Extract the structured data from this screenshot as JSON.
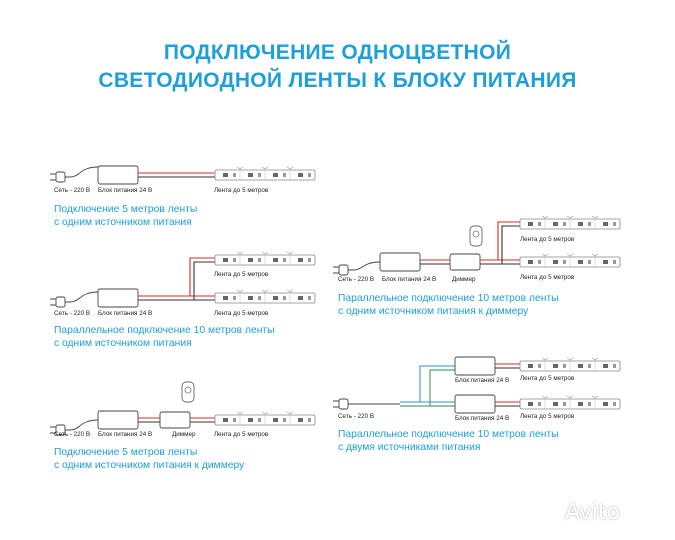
{
  "title": {
    "line1": "ПОДКЛЮЧЕНИЕ ОДНОЦВЕТНОЙ",
    "line2": "СВЕТОДИОДНОЙ ЛЕНТЫ К БЛОКУ ПИТАНИЯ"
  },
  "labels": {
    "mains": "Сеть - 220 В",
    "psu": "Блок питания 24 В",
    "strip": "Лента до 5 метров",
    "dimmer": "Диммер"
  },
  "diagrams": [
    {
      "caption_line1": "Подключение 5 метров ленты",
      "caption_line2": "с одним источником питания"
    },
    {
      "caption_line1": "Параллельное подключение 10 метров ленты",
      "caption_line2": "с одним источником питания"
    },
    {
      "caption_line1": "Подключение 5 метров ленты",
      "caption_line2": "с одним источником питания к диммеру"
    },
    {
      "caption_line1": "Параллельное подключение 10 метров ленты",
      "caption_line2": "с одним источником питания к диммеру"
    },
    {
      "caption_line1": "Параллельное подключение 10 метров ленты",
      "caption_line2": "с двумя источниками питания"
    }
  ],
  "watermark": "Avito",
  "colors": {
    "accent": "#1d9fd8",
    "wire_positive": "#d62a2a",
    "wire_negative": "#333333",
    "wire_neutral": "#2a8fd6",
    "wire_live": "#2e8b57"
  }
}
